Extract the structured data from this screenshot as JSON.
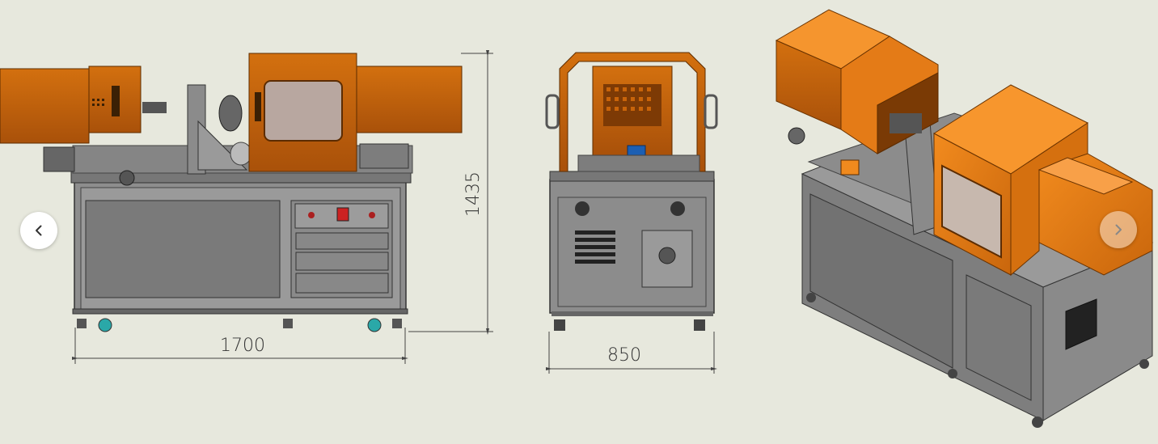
{
  "drawing": {
    "front_view": {
      "width_dim": "1700",
      "height_dim": "1435"
    },
    "side_view": {
      "width_dim": "850"
    }
  },
  "carousel": {
    "prev_icon": "chevron-left-icon",
    "next_icon": "chevron-right-icon"
  },
  "colors": {
    "background": "#e7e8dd",
    "machine_orange": "#c8640a",
    "machine_orange_light": "#f08a1e",
    "frame_gray": "#8a8a8a",
    "panel_gray": "#7b7b7b"
  }
}
